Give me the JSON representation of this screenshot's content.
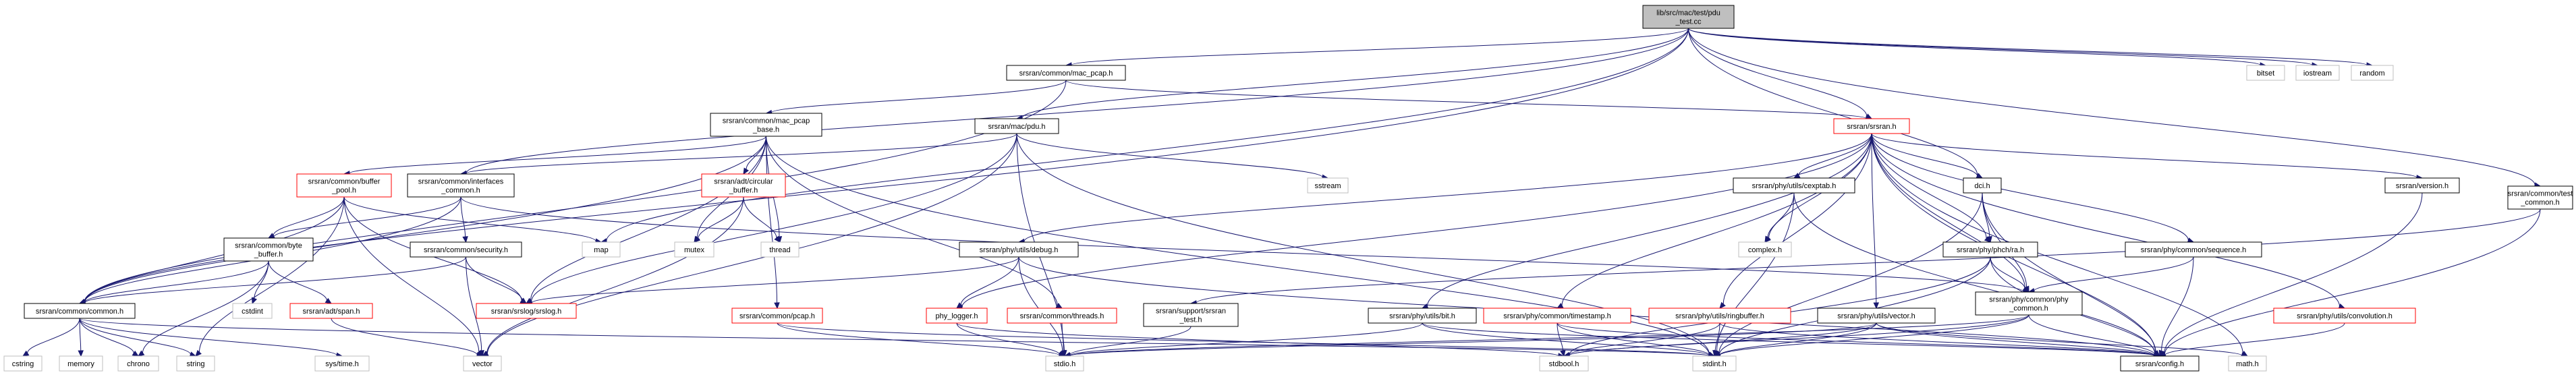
{
  "graph": {
    "title": "Include dependency graph",
    "colors": {
      "edge": "#191970",
      "root_fill": "#bfbfbf",
      "root_border": "#000000",
      "normal_fill": "#ffffff",
      "normal_border": "#000000",
      "external_border": "#bfbfbf",
      "missing_border": "#ff0000",
      "text": "#000000"
    },
    "nodes": [
      {
        "id": "root",
        "kind": "root",
        "lines": [
          "lib/src/mac/test/pdu",
          "_test.cc"
        ]
      },
      {
        "id": "mac_pcap",
        "kind": "normal",
        "lines": [
          "srsran/common/mac_pcap.h"
        ]
      },
      {
        "id": "bitset",
        "kind": "external",
        "lines": [
          "bitset"
        ]
      },
      {
        "id": "iostream",
        "kind": "external",
        "lines": [
          "iostream"
        ]
      },
      {
        "id": "random",
        "kind": "external",
        "lines": [
          "random"
        ]
      },
      {
        "id": "mac_pcap_base",
        "kind": "normal",
        "lines": [
          "srsran/common/mac_pcap",
          "_base.h"
        ]
      },
      {
        "id": "mac_pdu",
        "kind": "normal",
        "lines": [
          "srsran/mac/pdu.h"
        ]
      },
      {
        "id": "srsran_h",
        "kind": "missing",
        "lines": [
          "srsran/srsran.h"
        ]
      },
      {
        "id": "buffer_pool",
        "kind": "missing",
        "lines": [
          "srsran/common/buffer",
          "_pool.h"
        ]
      },
      {
        "id": "interfaces_common",
        "kind": "normal",
        "lines": [
          "srsran/common/interfaces",
          "_common.h"
        ]
      },
      {
        "id": "circular_buffer",
        "kind": "missing",
        "lines": [
          "srsran/adt/circular",
          "_buffer.h"
        ]
      },
      {
        "id": "sstream",
        "kind": "external",
        "lines": [
          "sstream"
        ]
      },
      {
        "id": "cexptab",
        "kind": "normal",
        "lines": [
          "srsran/phy/utils/cexptab.h"
        ]
      },
      {
        "id": "dci",
        "kind": "normal",
        "lines": [
          "dci.h"
        ]
      },
      {
        "id": "version",
        "kind": "normal",
        "lines": [
          "srsran/version.h"
        ]
      },
      {
        "id": "test_common",
        "kind": "normal",
        "lines": [
          "srsran/common/test",
          "_common.h"
        ]
      },
      {
        "id": "byte_buffer",
        "kind": "normal",
        "lines": [
          "srsran/common/byte",
          "_buffer.h"
        ]
      },
      {
        "id": "security",
        "kind": "normal",
        "lines": [
          "srsran/common/security.h"
        ]
      },
      {
        "id": "map",
        "kind": "external",
        "lines": [
          "map"
        ]
      },
      {
        "id": "mutex",
        "kind": "external",
        "lines": [
          "mutex"
        ]
      },
      {
        "id": "thread",
        "kind": "external",
        "lines": [
          "thread"
        ]
      },
      {
        "id": "complex",
        "kind": "external",
        "lines": [
          "complex.h"
        ]
      },
      {
        "id": "ra",
        "kind": "normal",
        "lines": [
          "srsran/phy/phch/ra.h"
        ]
      },
      {
        "id": "sequence",
        "kind": "normal",
        "lines": [
          "srsran/phy/common/sequence.h"
        ]
      },
      {
        "id": "debug",
        "kind": "normal",
        "lines": [
          "srsran/phy/utils/debug.h"
        ]
      },
      {
        "id": "phy_common",
        "kind": "normal",
        "lines": [
          "srsran/phy/common/phy",
          "_common.h"
        ]
      },
      {
        "id": "common_h",
        "kind": "normal",
        "lines": [
          "srsran/common/common.h"
        ]
      },
      {
        "id": "cstdint",
        "kind": "external",
        "lines": [
          "cstdint"
        ]
      },
      {
        "id": "span",
        "kind": "missing",
        "lines": [
          "srsran/adt/span.h"
        ]
      },
      {
        "id": "srslog",
        "kind": "missing",
        "lines": [
          "srsran/srslog/srslog.h"
        ]
      },
      {
        "id": "pcap",
        "kind": "missing",
        "lines": [
          "srsran/common/pcap.h"
        ]
      },
      {
        "id": "phy_logger",
        "kind": "missing",
        "lines": [
          "phy_logger.h"
        ]
      },
      {
        "id": "threads",
        "kind": "missing",
        "lines": [
          "srsran/common/threads.h"
        ]
      },
      {
        "id": "srsran_test",
        "kind": "normal",
        "lines": [
          "srsran/support/srsran",
          "_test.h"
        ]
      },
      {
        "id": "bit",
        "kind": "normal",
        "lines": [
          "srsran/phy/utils/bit.h"
        ]
      },
      {
        "id": "timestamp",
        "kind": "missing",
        "lines": [
          "srsran/phy/common/timestamp.h"
        ]
      },
      {
        "id": "ringbuffer",
        "kind": "missing",
        "lines": [
          "srsran/phy/utils/ringbuffer.h"
        ]
      },
      {
        "id": "vector_h",
        "kind": "normal",
        "lines": [
          "srsran/phy/utils/vector.h"
        ]
      },
      {
        "id": "convolution",
        "kind": "missing",
        "lines": [
          "srsran/phy/utils/convolution.h"
        ]
      },
      {
        "id": "cstring",
        "kind": "external",
        "lines": [
          "cstring"
        ]
      },
      {
        "id": "memory",
        "kind": "external",
        "lines": [
          "memory"
        ]
      },
      {
        "id": "chrono",
        "kind": "external",
        "lines": [
          "chrono"
        ]
      },
      {
        "id": "string",
        "kind": "external",
        "lines": [
          "string"
        ]
      },
      {
        "id": "sys_time",
        "kind": "external",
        "lines": [
          "sys/time.h"
        ]
      },
      {
        "id": "vector",
        "kind": "external",
        "lines": [
          "vector"
        ]
      },
      {
        "id": "stdio",
        "kind": "external",
        "lines": [
          "stdio.h"
        ]
      },
      {
        "id": "stdbool",
        "kind": "external",
        "lines": [
          "stdbool.h"
        ]
      },
      {
        "id": "stdint",
        "kind": "external",
        "lines": [
          "stdint.h"
        ]
      },
      {
        "id": "config",
        "kind": "normal",
        "lines": [
          "srsran/config.h"
        ]
      },
      {
        "id": "math",
        "kind": "external",
        "lines": [
          "math.h"
        ]
      }
    ],
    "edges": [
      [
        "root",
        "mac_pcap"
      ],
      [
        "root",
        "bitset"
      ],
      [
        "root",
        "iostream"
      ],
      [
        "root",
        "random"
      ],
      [
        "root",
        "mac_pdu"
      ],
      [
        "root",
        "srsran_h"
      ],
      [
        "root",
        "common_h"
      ],
      [
        "root",
        "interfaces_common"
      ],
      [
        "root",
        "dci"
      ],
      [
        "root",
        "test_common"
      ],
      [
        "root",
        "map"
      ],
      [
        "mac_pcap",
        "mac_pcap_base"
      ],
      [
        "mac_pcap",
        "common_h"
      ],
      [
        "mac_pcap",
        "srsran_h"
      ],
      [
        "mac_pcap_base",
        "buffer_pool"
      ],
      [
        "mac_pcap_base",
        "circular_buffer"
      ],
      [
        "mac_pcap_base",
        "common_h"
      ],
      [
        "mac_pcap_base",
        "mutex"
      ],
      [
        "mac_pcap_base",
        "thread"
      ],
      [
        "mac_pcap_base",
        "pcap"
      ],
      [
        "mac_pcap_base",
        "threads"
      ],
      [
        "mac_pcap_base",
        "srslog"
      ],
      [
        "mac_pcap_base",
        "stdint"
      ],
      [
        "mac_pdu",
        "interfaces_common"
      ],
      [
        "mac_pdu",
        "sstream"
      ],
      [
        "mac_pdu",
        "srslog"
      ],
      [
        "mac_pdu",
        "vector"
      ],
      [
        "mac_pdu",
        "stdio"
      ],
      [
        "mac_pdu",
        "stdint"
      ],
      [
        "srsran_h",
        "cexptab"
      ],
      [
        "srsran_h",
        "dci"
      ],
      [
        "srsran_h",
        "version"
      ],
      [
        "srsran_h",
        "complex"
      ],
      [
        "srsran_h",
        "ra"
      ],
      [
        "srsran_h",
        "sequence"
      ],
      [
        "srsran_h",
        "debug"
      ],
      [
        "srsran_h",
        "phy_common"
      ],
      [
        "srsran_h",
        "bit"
      ],
      [
        "srsran_h",
        "timestamp"
      ],
      [
        "srsran_h",
        "ringbuffer"
      ],
      [
        "srsran_h",
        "vector_h"
      ],
      [
        "srsran_h",
        "convolution"
      ],
      [
        "srsran_h",
        "math"
      ],
      [
        "srsran_h",
        "config"
      ],
      [
        "srsran_h",
        "phy_logger"
      ],
      [
        "buffer_pool",
        "byte_buffer"
      ],
      [
        "buffer_pool",
        "common_h"
      ],
      [
        "buffer_pool",
        "map"
      ],
      [
        "buffer_pool",
        "srslog"
      ],
      [
        "buffer_pool",
        "string"
      ],
      [
        "buffer_pool",
        "vector"
      ],
      [
        "interfaces_common",
        "byte_buffer"
      ],
      [
        "interfaces_common",
        "security"
      ],
      [
        "interfaces_common",
        "common_h"
      ],
      [
        "interfaces_common",
        "phy_common"
      ],
      [
        "circular_buffer",
        "mutex"
      ],
      [
        "circular_buffer",
        "thread"
      ],
      [
        "circular_buffer",
        "vector"
      ],
      [
        "cexptab",
        "complex"
      ],
      [
        "cexptab",
        "stdint"
      ],
      [
        "cexptab",
        "config"
      ],
      [
        "dci",
        "ra"
      ],
      [
        "dci",
        "phy_common"
      ],
      [
        "dci",
        "stdint"
      ],
      [
        "dci",
        "config"
      ],
      [
        "version",
        "config"
      ],
      [
        "test_common",
        "srsran_test"
      ],
      [
        "test_common",
        "config"
      ],
      [
        "byte_buffer",
        "common_h"
      ],
      [
        "byte_buffer",
        "cstdint"
      ],
      [
        "byte_buffer",
        "span"
      ],
      [
        "byte_buffer",
        "chrono"
      ],
      [
        "security",
        "common_h"
      ],
      [
        "security",
        "srslog"
      ],
      [
        "security",
        "vector"
      ],
      [
        "ra",
        "phy_common"
      ],
      [
        "ra",
        "stdint"
      ],
      [
        "ra",
        "stdbool"
      ],
      [
        "ra",
        "config"
      ],
      [
        "sequence",
        "phy_common"
      ],
      [
        "sequence",
        "config"
      ],
      [
        "debug",
        "phy_logger"
      ],
      [
        "debug",
        "stdio"
      ],
      [
        "debug",
        "config"
      ],
      [
        "debug",
        "srslog"
      ],
      [
        "phy_common",
        "stdint"
      ],
      [
        "phy_common",
        "stdbool"
      ],
      [
        "phy_common",
        "config"
      ],
      [
        "phy_common",
        "stdio"
      ],
      [
        "common_h",
        "cstring"
      ],
      [
        "common_h",
        "memory"
      ],
      [
        "common_h",
        "chrono"
      ],
      [
        "common_h",
        "string"
      ],
      [
        "common_h",
        "sys_time"
      ],
      [
        "common_h",
        "stdint"
      ],
      [
        "span",
        "vector"
      ],
      [
        "pcap",
        "stdio"
      ],
      [
        "pcap",
        "stdint"
      ],
      [
        "phy_logger",
        "stdio"
      ],
      [
        "phy_logger",
        "stdbool"
      ],
      [
        "threads",
        "stdio"
      ],
      [
        "srsran_test",
        "stdio"
      ],
      [
        "bit",
        "stdio"
      ],
      [
        "bit",
        "stdint"
      ],
      [
        "bit",
        "config"
      ],
      [
        "timestamp",
        "stdbool"
      ],
      [
        "timestamp",
        "stdint"
      ],
      [
        "timestamp",
        "config"
      ],
      [
        "ringbuffer",
        "stdbool"
      ],
      [
        "ringbuffer",
        "stdint"
      ],
      [
        "ringbuffer",
        "config"
      ],
      [
        "vector_h",
        "stdio"
      ],
      [
        "vector_h",
        "stdbool"
      ],
      [
        "vector_h",
        "stdint"
      ],
      [
        "vector_h",
        "config"
      ],
      [
        "vector_h",
        "math"
      ],
      [
        "convolution",
        "config"
      ]
    ]
  }
}
